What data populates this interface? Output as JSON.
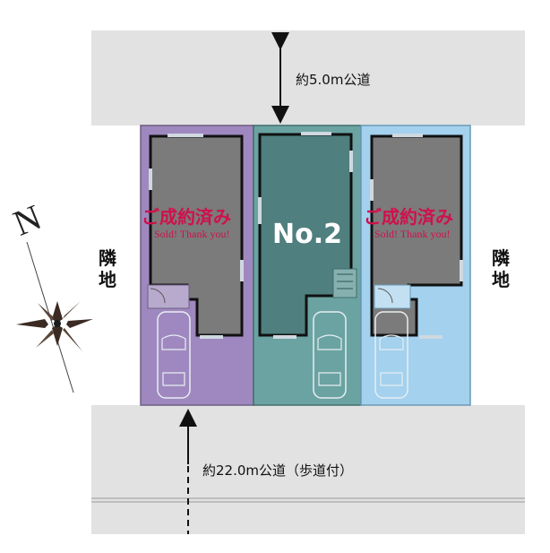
{
  "roads": {
    "north_label": "約5.0m公道",
    "south_label": "約22.0m公道（歩道付）"
  },
  "neighbors": {
    "west_label": "隣地",
    "east_label": "隣地"
  },
  "compass": {
    "north_letter": "N"
  },
  "lots": [
    {
      "id": "left",
      "color": "#9f88bf",
      "status": "ご成約済み",
      "status_en": "Sold! Thank you!"
    },
    {
      "id": "center",
      "color": "#6aa3a2",
      "number": "No.2"
    },
    {
      "id": "right",
      "color": "#a3d1ee",
      "status": "ご成約済み",
      "status_en": "Sold! Thank you!"
    }
  ],
  "colors": {
    "road": "#e2e2e2",
    "house": "#7b7b7b",
    "sold_text": "#d0104c",
    "wall": "#111111"
  }
}
